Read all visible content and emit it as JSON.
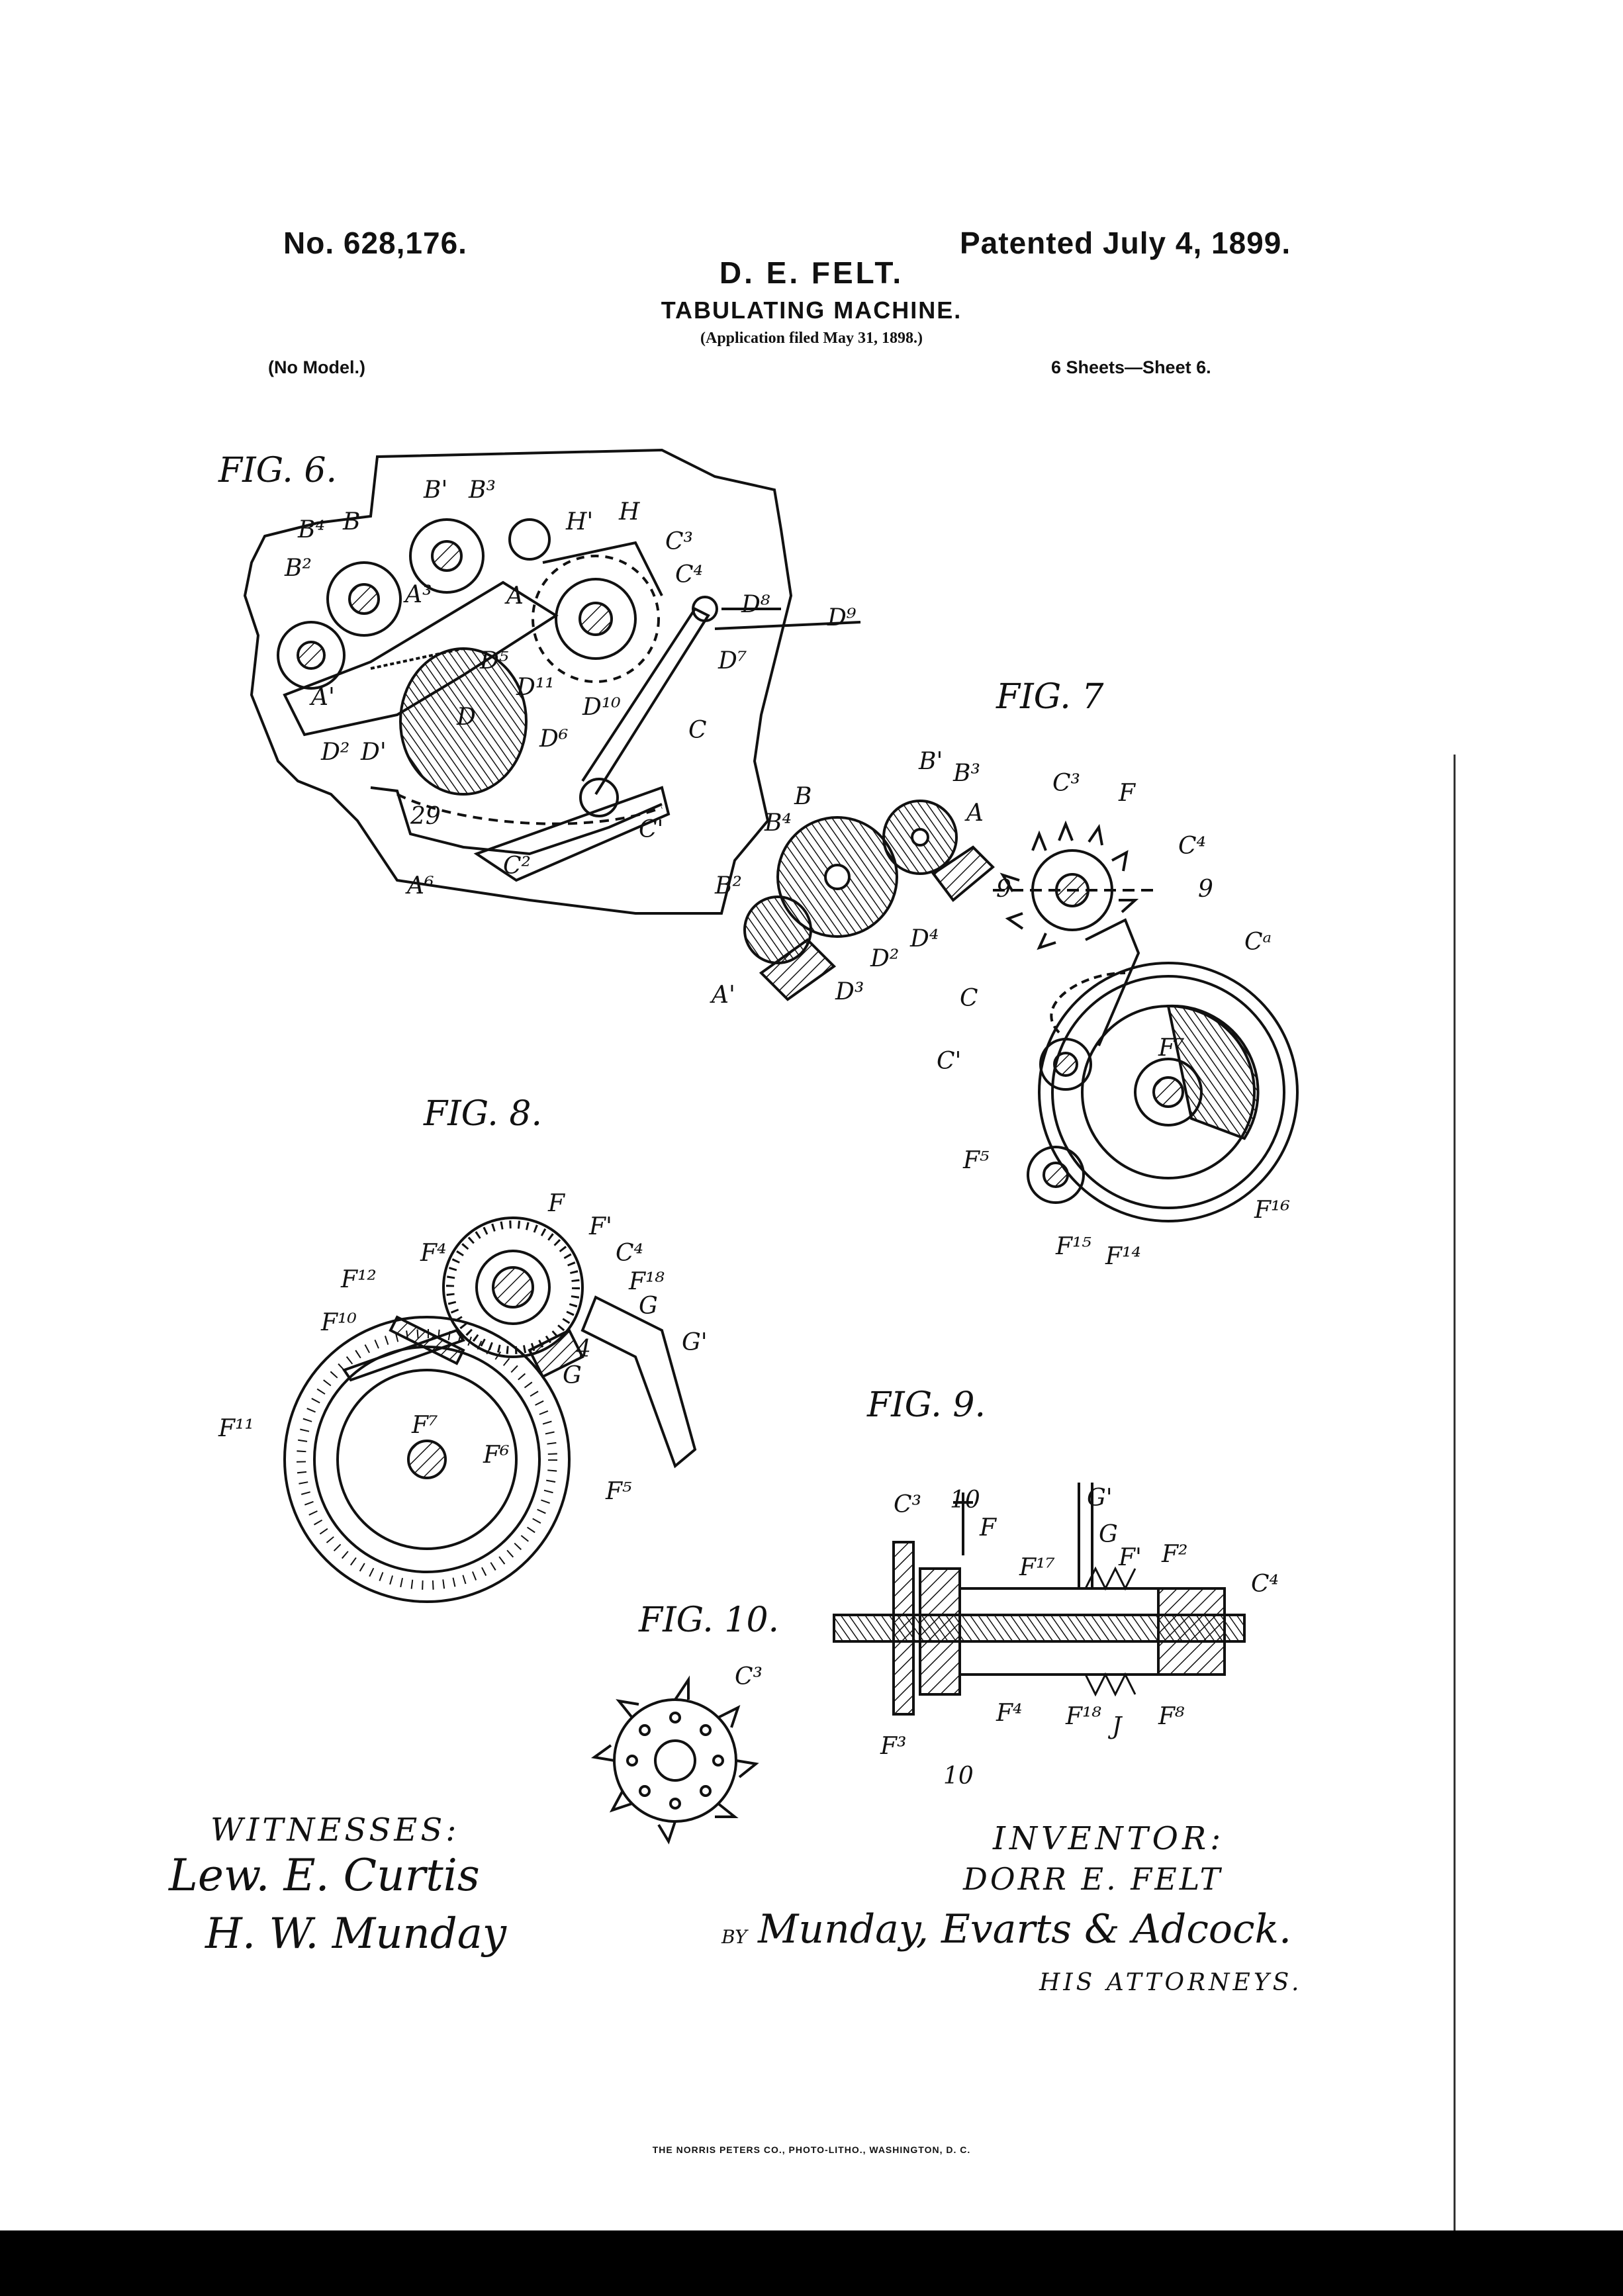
{
  "header": {
    "patent_number": "No. 628,176.",
    "patent_date": "Patented July 4, 1899.",
    "inventor": "D. E. FELT.",
    "title": "TABULATING MACHINE.",
    "application": "(Application filed May 31, 1898.)",
    "model": "(No Model.)",
    "sheets": "6 Sheets—Sheet 6."
  },
  "figures": {
    "fig6": {
      "caption": "FIG. 6.",
      "labels": [
        "B'",
        "B3",
        "B4",
        "B",
        "H'",
        "H",
        "C3",
        "B2",
        "A3",
        "C4",
        "D8",
        "A",
        "D9",
        "D5",
        "D11",
        "D7",
        "A'",
        "D10",
        "D",
        "C",
        "D2",
        "D'",
        "D6",
        "29",
        "C'",
        "C2",
        "A6"
      ]
    },
    "fig7": {
      "caption": "FIG. 7",
      "labels": [
        "B'",
        "B3",
        "C3",
        "F",
        "B4",
        "B",
        "A",
        "C4",
        "9",
        "9",
        "B2",
        "D4",
        "Ca",
        "D2",
        "A'",
        "D3",
        "C",
        "F7",
        "C'",
        "F5",
        "F16",
        "F15",
        "F14"
      ]
    },
    "fig8": {
      "caption": "FIG. 8.",
      "labels": [
        "F",
        "F'",
        "F4",
        "C4",
        "F12",
        "F18",
        "G",
        "F10",
        "G'",
        "4",
        "G",
        "F11",
        "F7",
        "F6",
        "F5"
      ]
    },
    "fig9": {
      "caption": "FIG. 9.",
      "labels": [
        "G'",
        "C3",
        "10",
        "F",
        "G",
        "F17",
        "F'",
        "F2",
        "C4",
        "F4",
        "F18",
        "J",
        "F8",
        "F3",
        "10"
      ]
    },
    "fig10": {
      "caption": "FIG. 10.",
      "labels": [
        "C3"
      ]
    }
  },
  "signatures": {
    "witnesses_label": "WITNESSES:",
    "witness_1": "Lew. E. Curtis",
    "witness_2": "H. W. Munday",
    "inventor_label": "INVENTOR:",
    "inventor_name": "DORR E. FELT",
    "by": "BY",
    "attorneys": "Munday, Evarts & Adcock.",
    "attorneys_label": "HIS ATTORNEYS."
  },
  "footer": {
    "printer": "THE NORRIS PETERS CO., PHOTO-LITHO., WASHINGTON, D. C."
  }
}
